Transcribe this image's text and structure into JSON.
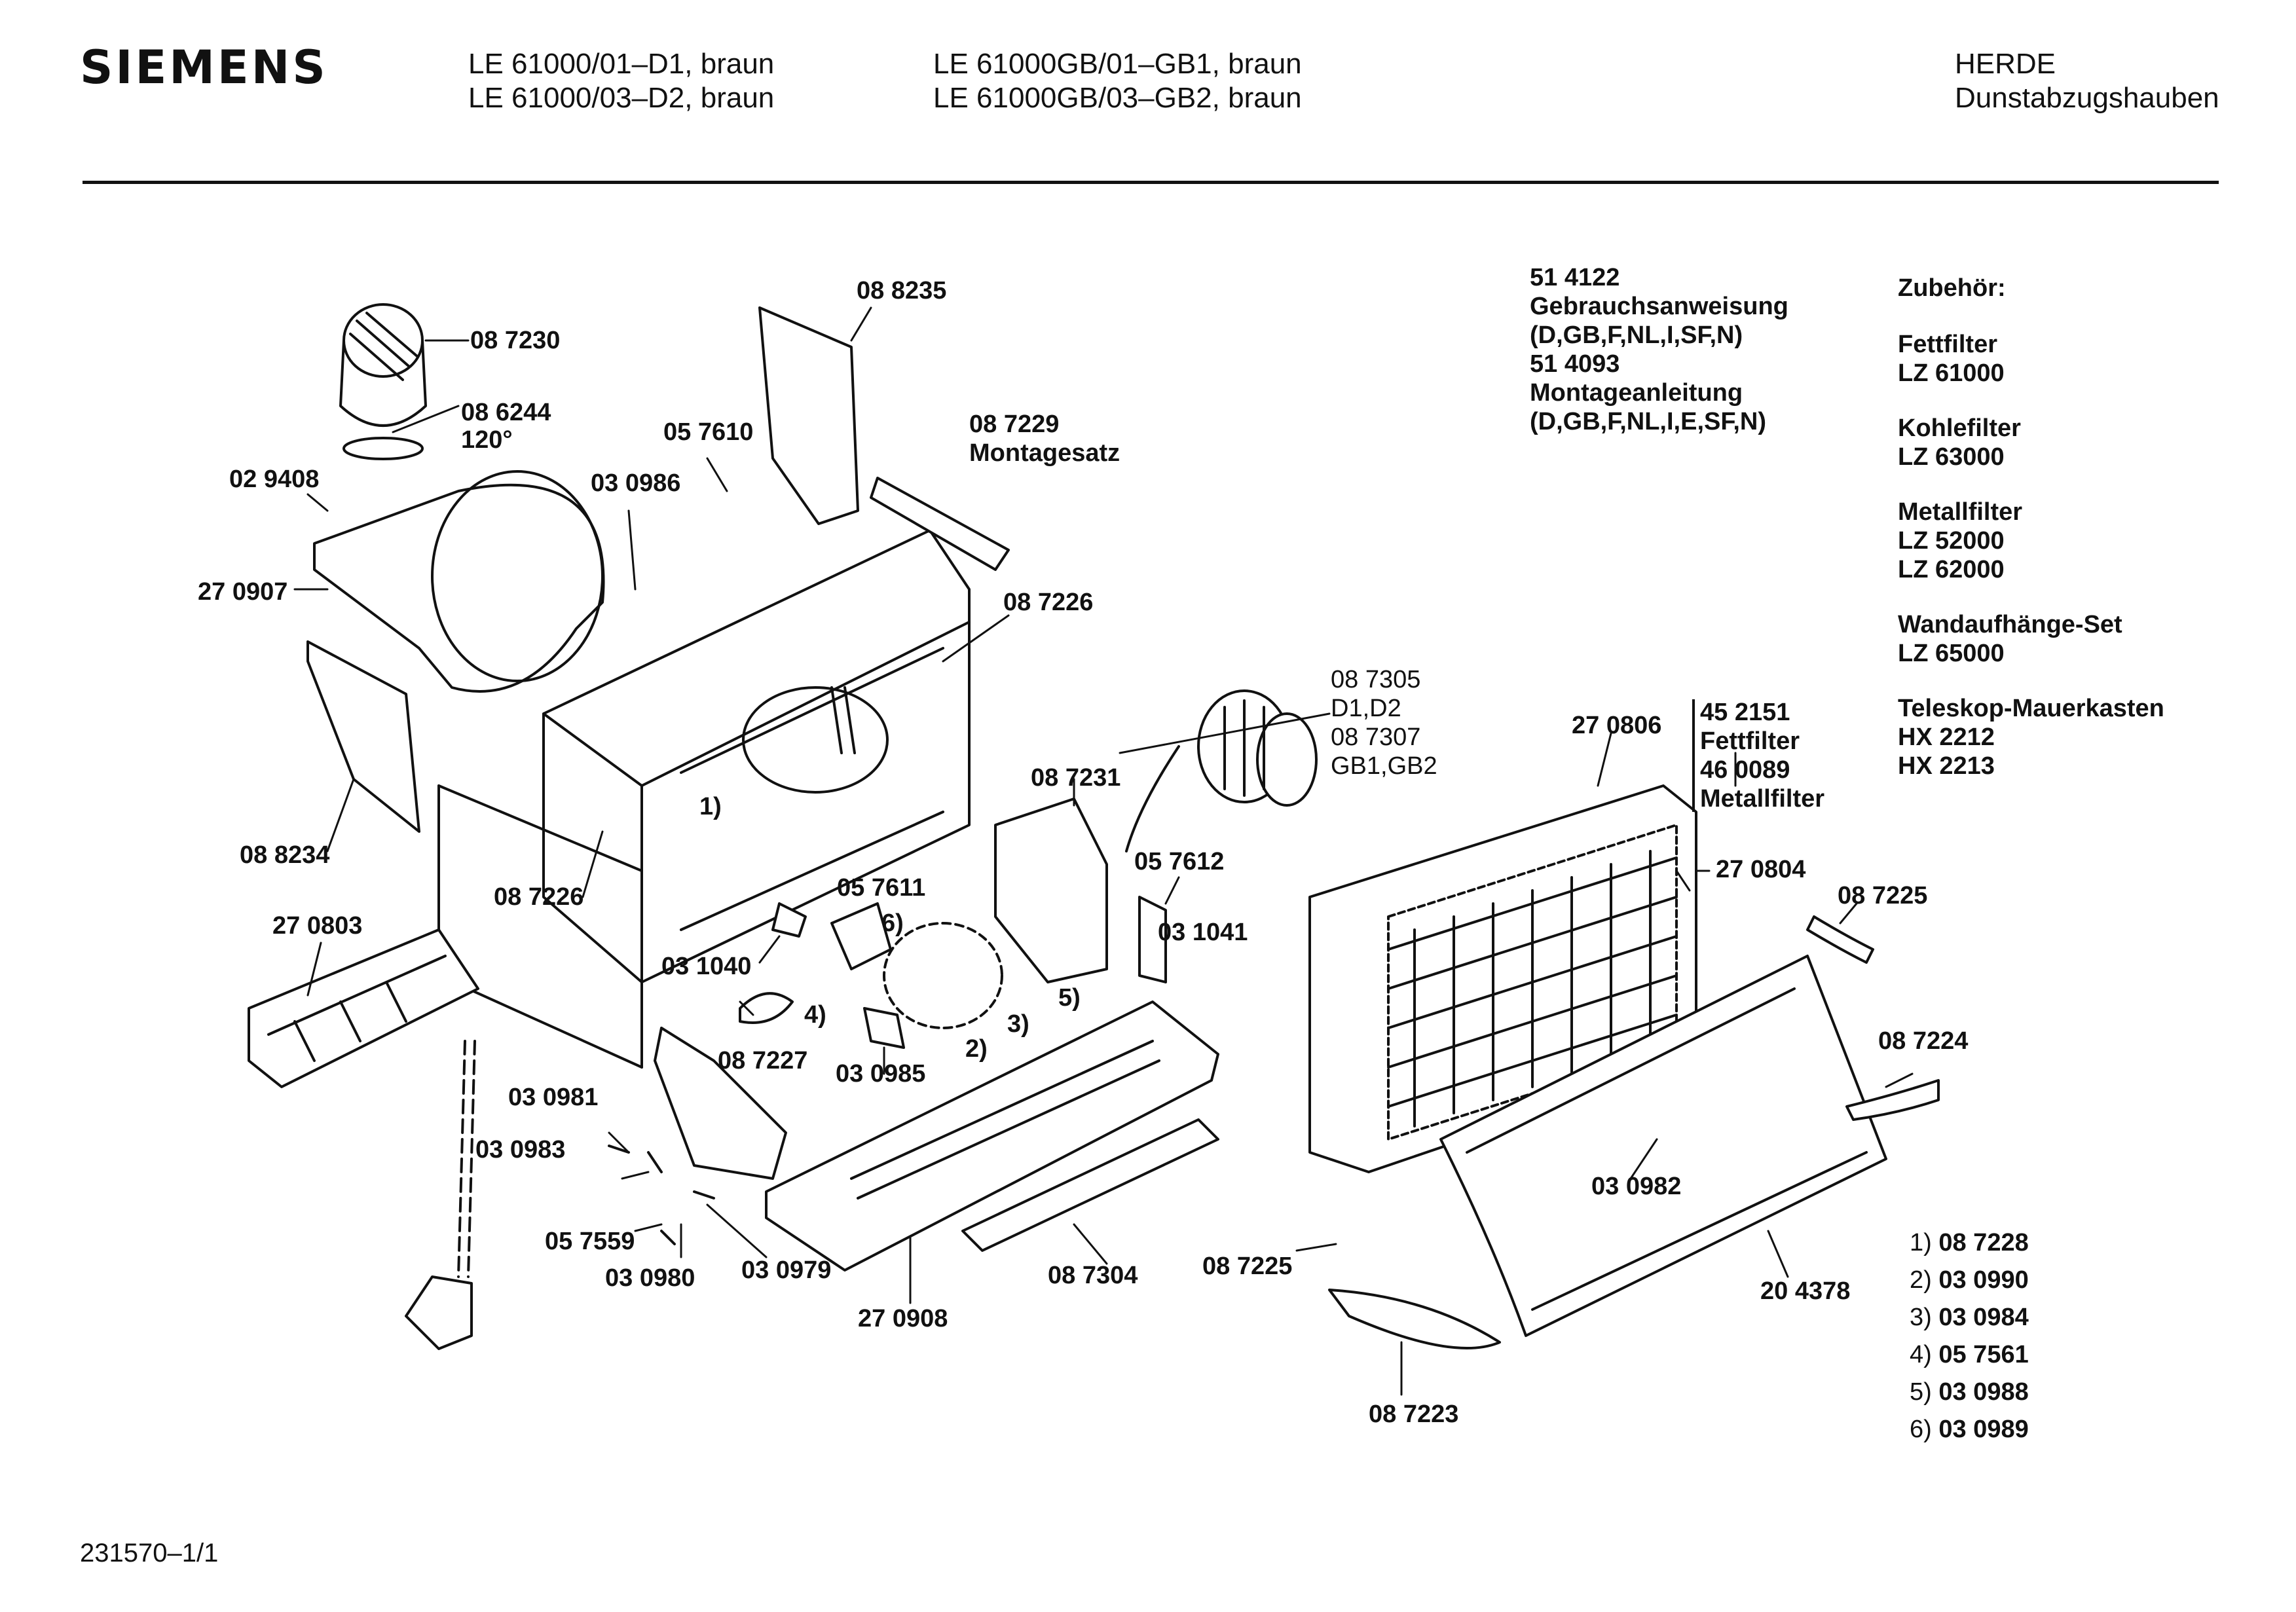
{
  "header": {
    "brand": "SIEMENS",
    "models_left": [
      "LE 61000/01–D1, braun",
      "LE 61000/03–D2, braun"
    ],
    "models_right": [
      "LE 61000GB/01–GB1, braun",
      "LE 61000GB/03–GB2, braun"
    ],
    "category": [
      "HERDE",
      "Dunstabzugshauben"
    ]
  },
  "documents": [
    "51 4122",
    "Gebrauchsanweisung",
    "(D,GB,F,NL,I,SF,N)",
    "51 4093",
    "Montageanleitung",
    "(D,GB,F,NL,I,E,SF,N)"
  ],
  "accessories": {
    "title": "Zubehör:",
    "groups": [
      {
        "name": "Fettfilter",
        "codes": [
          "LZ 61000"
        ]
      },
      {
        "name": "Kohlefilter",
        "codes": [
          "LZ 63000"
        ]
      },
      {
        "name": "Metallfilter",
        "codes": [
          "LZ 52000",
          "LZ 62000"
        ]
      },
      {
        "name": "Wandaufhänge-Set",
        "codes": [
          "LZ 65000"
        ]
      },
      {
        "name": "Teleskop-Mauerkasten",
        "codes": [
          "HX 2212",
          "HX 2213"
        ]
      }
    ]
  },
  "filter_block": [
    "45 2151",
    "Fettfilter",
    "46 0089",
    "Metallfilter"
  ],
  "motor_block": [
    "08 7305",
    "D1,D2",
    "08 7307",
    "GB1,GB2"
  ],
  "sub_parts": [
    {
      "n": "1)",
      "code": "08 7228"
    },
    {
      "n": "2)",
      "code": "03 0990"
    },
    {
      "n": "3)",
      "code": "03 0984"
    },
    {
      "n": "4)",
      "code": "05 7561"
    },
    {
      "n": "5)",
      "code": "03 0988"
    },
    {
      "n": "6)",
      "code": "03 0989"
    }
  ],
  "parts": {
    "p087230": "08 7230",
    "p086244": "08 6244",
    "p120": "120°",
    "p029408": "02 9408",
    "p270907": "27 0907",
    "p057610": "05 7610",
    "p030986": "03 0986",
    "p088235": "08 8235",
    "p087229": "08 7229",
    "montagesatz": "Montagesatz",
    "p087226a": "08 7226",
    "p087226b": "08 7226",
    "p088234": "08 8234",
    "p270803": "27 0803",
    "p087231": "08 7231",
    "p057611": "05 7611",
    "p031040": "03 1040",
    "p057612": "05 7612",
    "p031041": "03 1041",
    "p087227": "08 7227",
    "p030985": "03 0985",
    "p030981": "03 0981",
    "p030983": "03 0983",
    "p057559": "05 7559",
    "p030980": "03 0980",
    "p030979": "03 0979",
    "p270908": "27 0908",
    "p087304": "08 7304",
    "p270806": "27 0806",
    "p270804": "27 0804",
    "p087225a": "08 7225",
    "p087224": "08 7224",
    "p030982": "03 0982",
    "p087225b": "08 7225",
    "p204378": "20 4378",
    "p087223": "08 7223",
    "c1": "1)",
    "c2": "2)",
    "c3": "3)",
    "c4": "4)",
    "c5": "5)",
    "c6": "6)"
  },
  "footer": "231570–1/1"
}
